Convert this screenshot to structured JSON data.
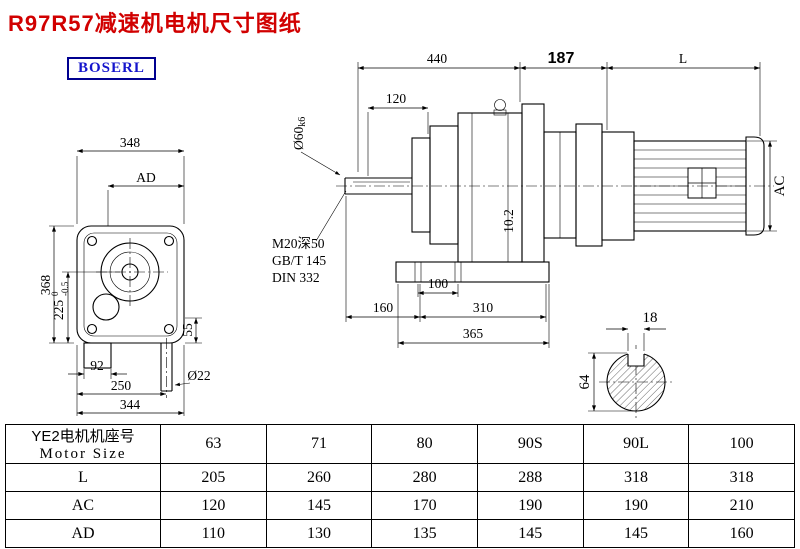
{
  "title": "R97R57减速机电机尺寸图纸",
  "logo": "BOSERL",
  "drawing": {
    "top": {
      "d440": "440",
      "d187": "187",
      "dL": "L",
      "d120": "120"
    },
    "shaft": {
      "dia": "Ø60",
      "tol": "k6"
    },
    "notes": {
      "m20": "M20深50",
      "gbt": "GB/T 145",
      "din": "DIN 332"
    },
    "left_view": {
      "d348": "348",
      "dAD": "AD",
      "d368": "368",
      "d225": "225",
      "tol_top": "0",
      "tol_bot": "-0.5",
      "d55": "55",
      "d92": "92",
      "d22": "Ø22",
      "d250": "250",
      "d344": "344"
    },
    "side_view": {
      "d102": "10.2",
      "d100": "100",
      "d160": "160",
      "d310": "310",
      "d365": "365",
      "dAC": "AC"
    },
    "section_view": {
      "d18": "18",
      "d64": "64"
    }
  },
  "table": {
    "header_cn": "YE2电机机座号",
    "header_en": "Motor Size",
    "sizes": [
      "63",
      "71",
      "80",
      "90S",
      "90L",
      "100"
    ],
    "rows": [
      {
        "label": "L",
        "values": [
          "205",
          "260",
          "280",
          "288",
          "318",
          "318"
        ]
      },
      {
        "label": "AC",
        "values": [
          "120",
          "145",
          "170",
          "190",
          "190",
          "210"
        ]
      },
      {
        "label": "AD",
        "values": [
          "110",
          "130",
          "135",
          "145",
          "145",
          "160"
        ]
      }
    ]
  }
}
